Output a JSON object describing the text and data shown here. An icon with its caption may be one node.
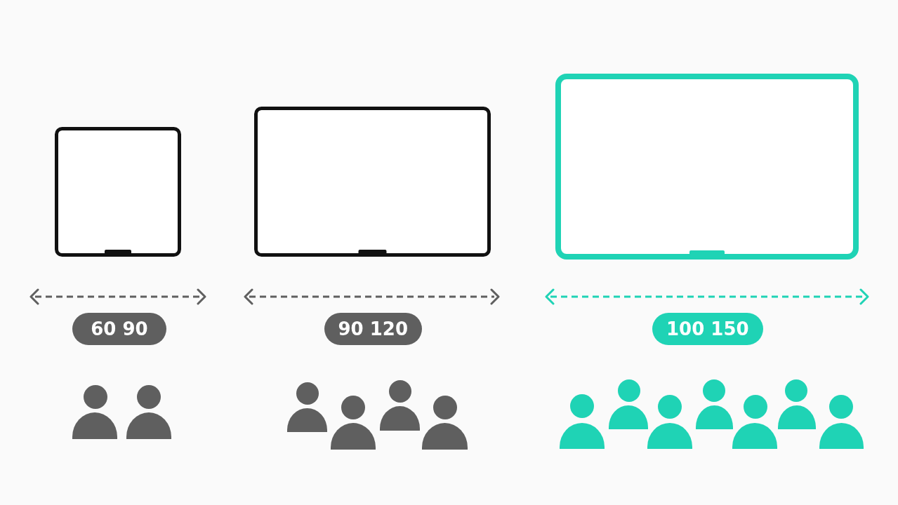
{
  "diagram": {
    "nodes": [
      {
        "text": [
          "60 90"
        ]
      },
      {
        "text": [
          "90 120"
        ]
      },
      {
        "text": [
          "100 150"
        ]
      }
    ]
  }
}
